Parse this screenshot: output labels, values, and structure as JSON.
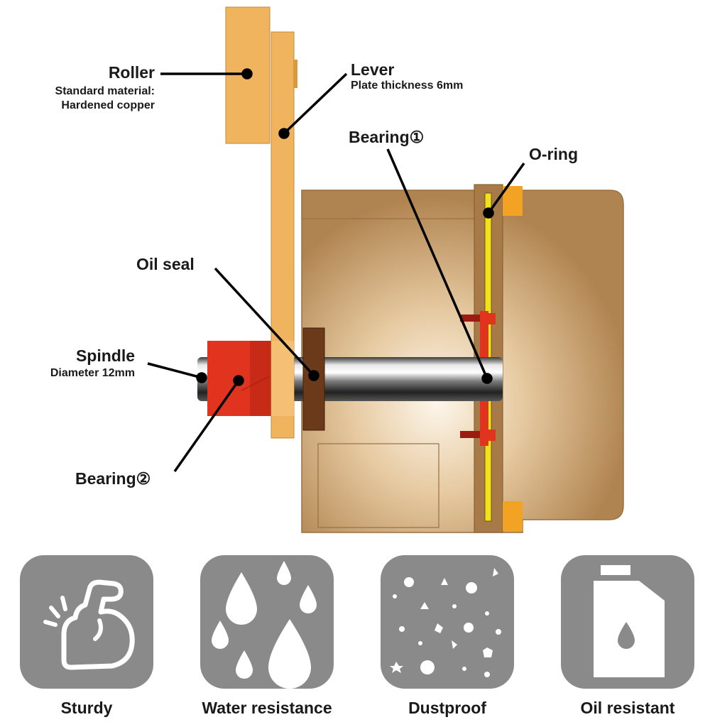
{
  "diagram": {
    "roller": {
      "title": "Roller",
      "note1": "Standard material:",
      "note2": "Hardened copper"
    },
    "lever": {
      "title": "Lever",
      "note": "Plate thickness 6mm"
    },
    "bearing1": {
      "title": "Bearing①"
    },
    "oring": {
      "title": "O-ring"
    },
    "oil_seal": {
      "title": "Oil seal"
    },
    "spindle": {
      "title": "Spindle",
      "note": "Diameter 12mm"
    },
    "bearing2": {
      "title": "Bearing②"
    }
  },
  "colors": {
    "housing": "#b08450",
    "lever": "#f0b45e",
    "bearing": "#e0341f",
    "oring": "#f2e21c",
    "seal": "#6b3a1a",
    "icon_bg": "#8a8a8a"
  },
  "features": [
    {
      "label": "Sturdy",
      "icon": "flexed-arm-icon"
    },
    {
      "label": "Water resistance",
      "icon": "water-drops-icon"
    },
    {
      "label": "Dustproof",
      "icon": "dust-particles-icon"
    },
    {
      "label": "Oil resistant",
      "icon": "oil-jug-icon"
    }
  ]
}
